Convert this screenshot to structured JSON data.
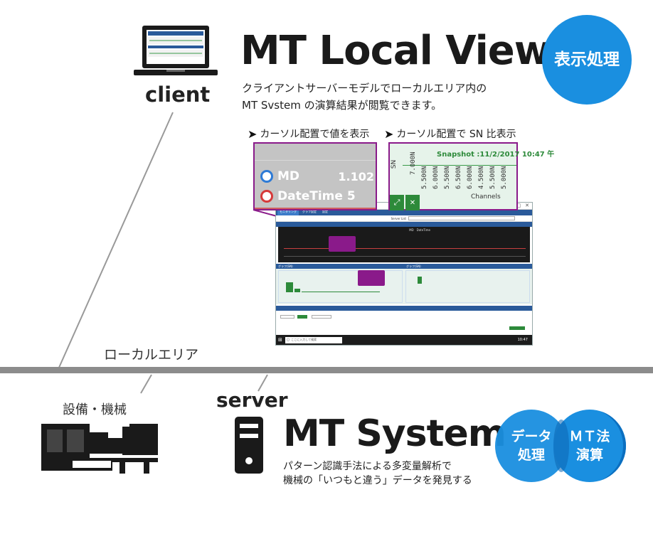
{
  "client": {
    "label": "client",
    "title": "MT Local Viewer",
    "desc_line1": "クライアントサーバーモデルでローカルエリア内の",
    "desc_line2": "MT Svstem の演算結果が閲覧できます。",
    "badge": "表示処理",
    "note_left": "カーソル配置で値を表示",
    "note_right": "カーソル配置で SN 比表示"
  },
  "callout_left": {
    "rows": [
      {
        "name": "MD",
        "value": "1.102"
      },
      {
        "name": "DateTime",
        "value": "5"
      }
    ]
  },
  "callout_right": {
    "snapshot": "Snapshot :11/2/2017 10:47 午",
    "axis_y": "SN",
    "axis_x": "Channels",
    "ticks": [
      "7.000N",
      "5.500N",
      "6.000N",
      "5.500N",
      "6.500N",
      "6.000N",
      "4.500N",
      "5.500N",
      "5.000N"
    ],
    "expand_icon": "⤢",
    "close_icon": "✕"
  },
  "app_window": {
    "tabs": [
      "モニタリング",
      "グラフ設定",
      "設定"
    ],
    "server_label": "Server List",
    "legend": [
      "MD",
      "DateTime"
    ],
    "panel1": "グラフ(MD)",
    "panel2a": "グラフ(SN)",
    "panel2b": "グラフ(SN)",
    "status_header": "ステータス",
    "taskbar_search": "ここに入力して検索",
    "time": "10:47"
  },
  "network": {
    "label": "ローカルエリア"
  },
  "equipment": {
    "label": "設備・機械"
  },
  "server": {
    "label": "server",
    "title": "MT System",
    "desc_line1": "パターン認識手法による多変量解析で",
    "desc_line2": "機械の「いつもと違う」データを発見する",
    "badge_left_line1": "データ",
    "badge_left_line2": "処理",
    "badge_right_line1": "ＭＴ法",
    "badge_right_line2": "演算"
  },
  "colors": {
    "accent": "#1a8fe0",
    "callout_border": "#8a1a8a",
    "bar_green": "#2d8a3a",
    "network_line": "#888888"
  }
}
